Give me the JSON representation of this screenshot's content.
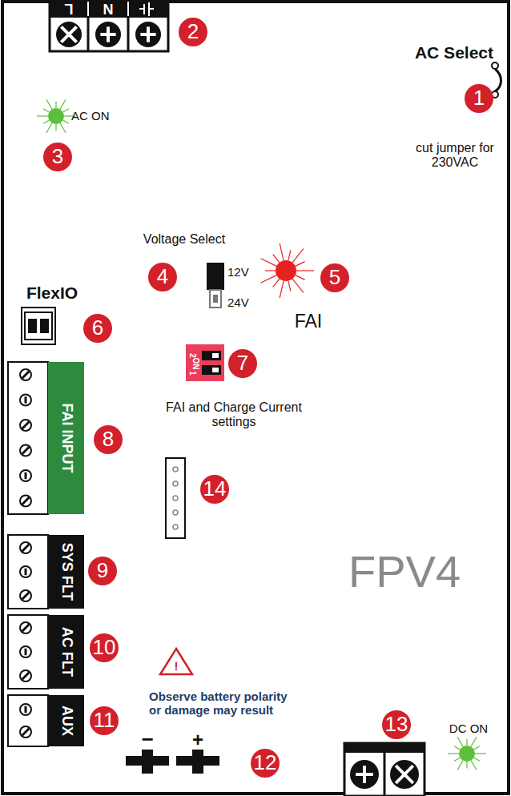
{
  "diagram": {
    "nodes": [
      {
        "text": [
          "FAI INPUT"
        ]
      },
      {
        "text": [
          "SYS FLT"
        ]
      },
      {
        "text": [
          "AC FLT"
        ]
      },
      {
        "text": [
          "AUX"
        ]
      }
    ],
    "labels": [
      "L",
      "N",
      "2",
      "AC ON",
      "3",
      "AC Select",
      "1",
      "cut jumper for 230VAC",
      "Voltage Select",
      "4",
      "12V",
      "24V",
      "5",
      "FAI",
      "FlexIO",
      "6",
      "ON",
      "1",
      "2",
      "7",
      "FAI and Charge Current settings",
      "8",
      "14",
      "9",
      "FPV4",
      "10",
      "!",
      "Observe battery polarity or damage may result",
      "11",
      "−",
      "+",
      "12",
      "13",
      "DC ON"
    ]
  }
}
